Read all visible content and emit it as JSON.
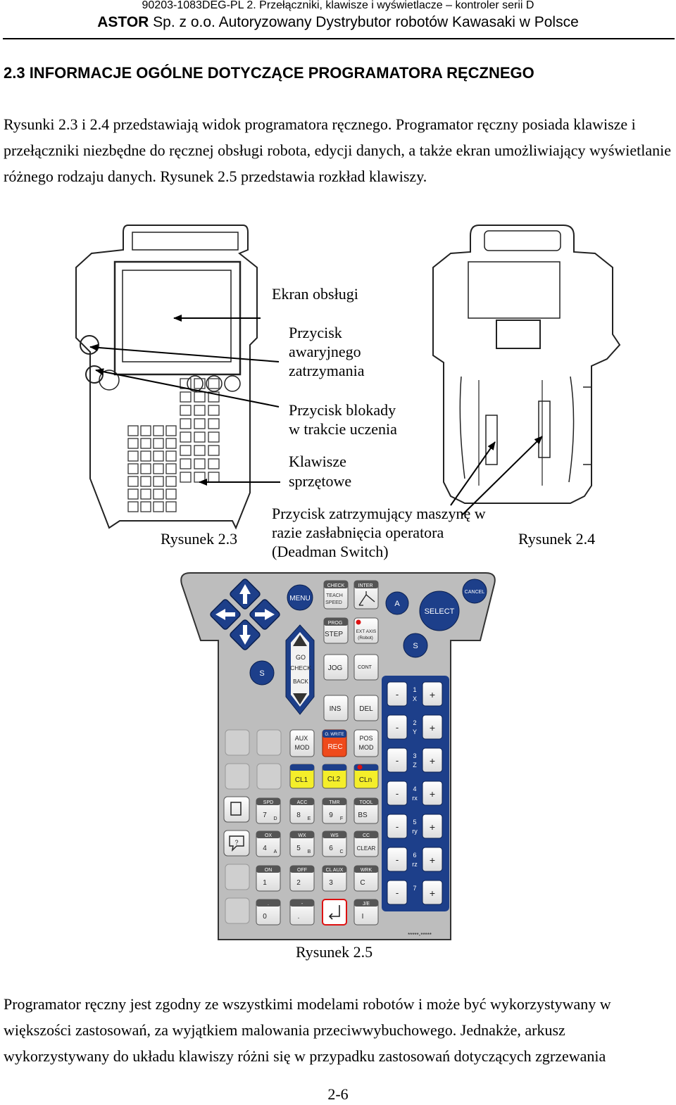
{
  "header": {
    "doc_line": "90203-1083DEG-PL 2. Przełączniki, klawisze i wyświetlacze – kontroler serii D",
    "company_bold": "ASTOR",
    "company_rest": " Sp. z o.o. Autoryzowany Dystrybutor robotów Kawasaki w Polsce"
  },
  "section_title": "2.3 INFORMACJE OGÓLNE DOTYCZĄCE PROGRAMATORA RĘCZNEGO",
  "intro_paragraph": "Rysunki 2.3 i 2.4 przedstawiają widok programatora ręcznego. Programator ręczny posiada klawisze i przełączniki niezbędne do ręcznej obsługi robota, edycji danych, a także ekran umożliwiający wyświetlanie różnego rodzaju danych. Rysunek 2.5 przedstawia rozkład klawiszy.",
  "figure_labels": {
    "screen": "Ekran obsługi",
    "estop": [
      "Przycisk",
      "awaryjnego",
      "zatrzymania"
    ],
    "teach_lock": [
      "Przycisk blokady",
      "w trakcie uczenia"
    ],
    "hardware_keys": [
      "Klawisze",
      "sprzętowe"
    ],
    "deadman": [
      "Przycisk zatrzymujący maszynę w",
      "razie zasłabnięcia operatora",
      "(Deadman Switch)"
    ],
    "caption_23": "Rysunek 2.3",
    "caption_24": "Rysunek 2.4",
    "caption_25": "Rysunek 2.5"
  },
  "keypad": {
    "menu": "MENU",
    "check": "CHECK",
    "teach_speed": [
      "TEACH",
      "SPEED"
    ],
    "inter": "INTER",
    "a": "A",
    "select": "SELECT",
    "cancel": "CANCEL",
    "prog": "PROG",
    "step": "STEP",
    "ext_axis": [
      "EXT AXIS",
      "(Robot)"
    ],
    "s": "S",
    "go": "GO",
    "go_check": "CHECK",
    "back": "BACK",
    "jog": "JOG",
    "cont": "CONT",
    "ins": "INS",
    "del": "DEL",
    "aux_mod": [
      "AUX",
      "MOD"
    ],
    "o_write": "O. WRITE",
    "rec": "REC",
    "pos_mod": [
      "POS",
      "MOD"
    ],
    "cl1": "CL1",
    "cl2": "CL2",
    "cln": "CLn",
    "axes": [
      {
        "num": "1",
        "axis": "X"
      },
      {
        "num": "2",
        "axis": "Y"
      },
      {
        "num": "3",
        "axis": "Z"
      },
      {
        "num": "4",
        "axis": "rx"
      },
      {
        "num": "5",
        "axis": "ry"
      },
      {
        "num": "6",
        "axis": "rz"
      },
      {
        "num": "7",
        "axis": ""
      }
    ],
    "minus": "-",
    "plus": "+",
    "numeric": [
      {
        "top": "SPD",
        "main": "7",
        "sub": "D"
      },
      {
        "top": "ACC",
        "main": "8",
        "sub": "E"
      },
      {
        "top": "TMR",
        "main": "9",
        "sub": "F"
      },
      {
        "top": "TOOL",
        "main": "BS",
        "sub": ""
      },
      {
        "top": "OX",
        "main": "4",
        "sub": "A"
      },
      {
        "top": "WX",
        "main": "5",
        "sub": "B"
      },
      {
        "top": "WS",
        "main": "6",
        "sub": "C"
      },
      {
        "top": "CC",
        "main": "CLEAR",
        "sub": ""
      },
      {
        "top": "ON",
        "main": "1",
        "sub": ""
      },
      {
        "top": "OFF",
        "main": "2",
        "sub": ""
      },
      {
        "top": "CL AUX",
        "main": "3",
        "sub": ""
      },
      {
        "top": "WRK",
        "main": "C",
        "sub": ""
      },
      {
        "top": ".",
        "main": "0",
        "sub": ""
      },
      {
        "top": "-",
        "main": ".",
        "sub": ""
      },
      {
        "top": "",
        "main": "",
        "sub": ""
      },
      {
        "top": "J/E",
        "main": "I",
        "sub": ""
      }
    ],
    "serial": "*****-*****"
  },
  "body_paragraph": "Programator ręczny jest zgodny ze wszystkimi modelami robotów i może być wykorzystywany w większości zastosowań, za wyjątkiem malowania przeciwwybuchowego. Jednakże, arkusz wykorzystywany do układu klawiszy różni się w przypadku zastosowań dotyczących zgrzewania",
  "page_number": "2-6"
}
